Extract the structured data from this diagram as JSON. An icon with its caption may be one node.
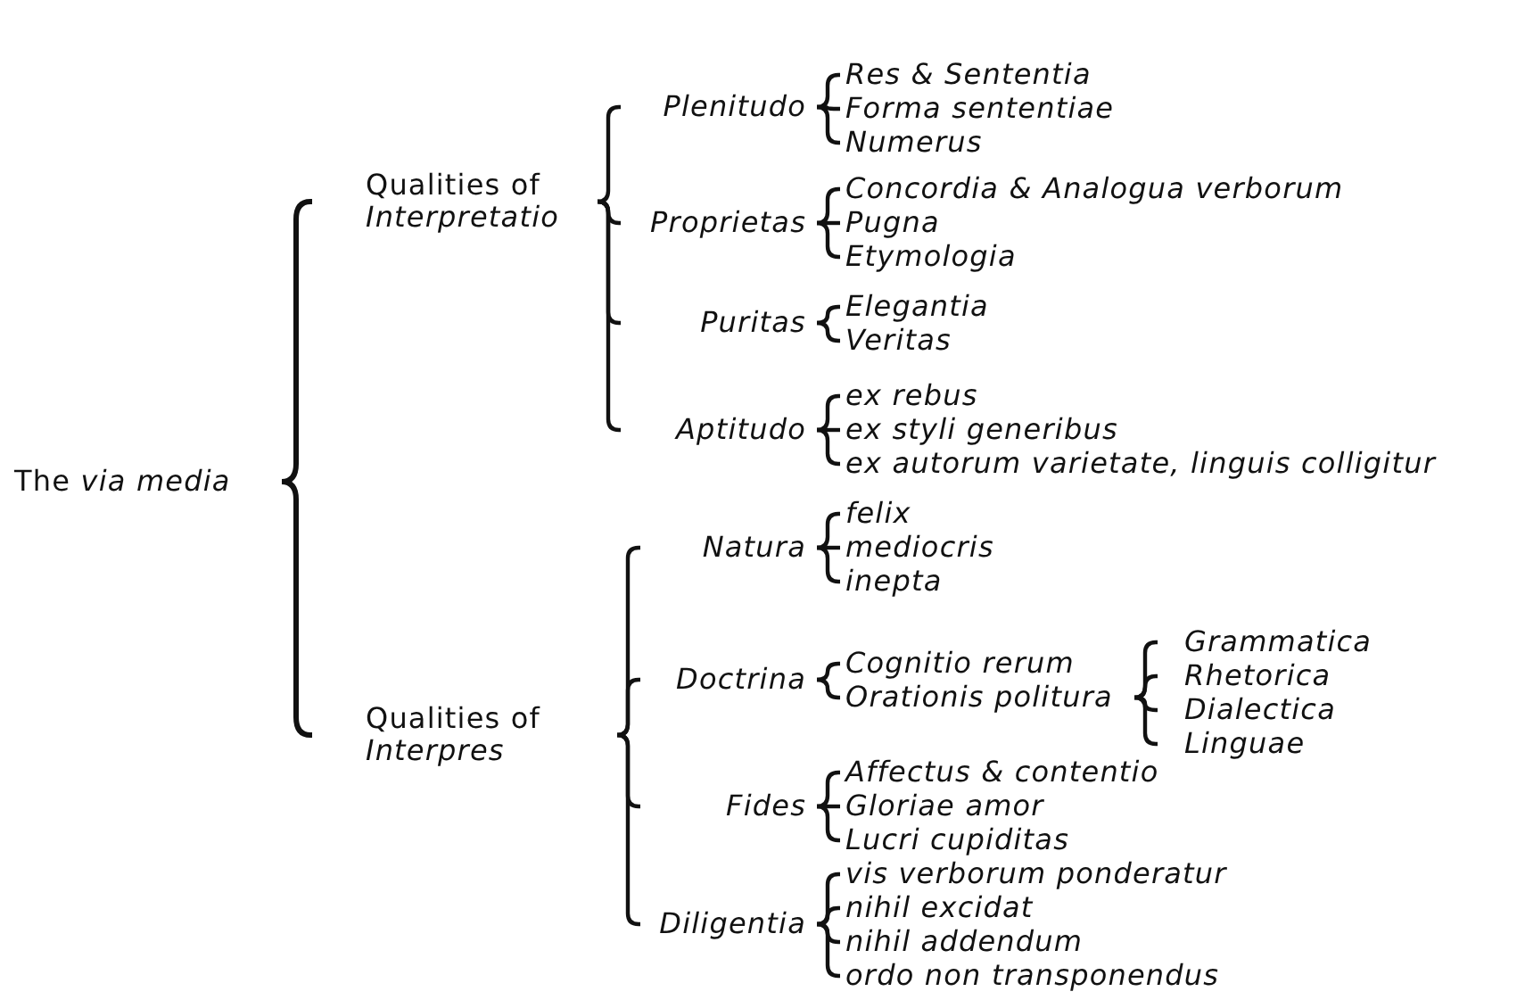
{
  "diagram": {
    "nodes": [
      {
        "text": [
          "The *via media*"
        ]
      },
      {
        "text": [
          "Qualities of *Interpretatio*"
        ]
      },
      {
        "text": [
          "Plenitudo"
        ]
      },
      {
        "text": [
          "Res & Sententia"
        ]
      },
      {
        "text": [
          "Forma sententiae"
        ]
      },
      {
        "text": [
          "Numerus"
        ]
      },
      {
        "text": [
          "Proprietas"
        ]
      },
      {
        "text": [
          "Concordia & Analogua verborum"
        ]
      },
      {
        "text": [
          "Pugna"
        ]
      },
      {
        "text": [
          "Etymologia"
        ]
      },
      {
        "text": [
          "Puritas"
        ]
      },
      {
        "text": [
          "Elegantia"
        ]
      },
      {
        "text": [
          "Veritas"
        ]
      },
      {
        "text": [
          "Aptitudo"
        ]
      },
      {
        "text": [
          "ex rebus"
        ]
      },
      {
        "text": [
          "ex styli generibus"
        ]
      },
      {
        "text": [
          "ex autorum varietate, linguis colligitur"
        ]
      },
      {
        "text": [
          "Qualities of *Interpres*"
        ]
      },
      {
        "text": [
          "Natura"
        ]
      },
      {
        "text": [
          "felix"
        ]
      },
      {
        "text": [
          "mediocris"
        ]
      },
      {
        "text": [
          "inepta"
        ]
      },
      {
        "text": [
          "Doctrina"
        ]
      },
      {
        "text": [
          "Cognitio rerum"
        ]
      },
      {
        "text": [
          "Orationis politura"
        ]
      },
      {
        "text": [
          "Grammatica"
        ]
      },
      {
        "text": [
          "Rhetorica"
        ]
      },
      {
        "text": [
          "Dialectica"
        ]
      },
      {
        "text": [
          "Linguae"
        ]
      },
      {
        "text": [
          "Fides"
        ]
      },
      {
        "text": [
          "Affectus & contentio"
        ]
      },
      {
        "text": [
          "Gloriae amor"
        ]
      },
      {
        "text": [
          "Lucri cupiditas"
        ]
      },
      {
        "text": [
          "Diligentia"
        ]
      },
      {
        "text": [
          "vis verborum ponderatur"
        ]
      },
      {
        "text": [
          "nihil excidat"
        ]
      },
      {
        "text": [
          "nihil addendum"
        ]
      },
      {
        "text": [
          "ordo non transponendus"
        ]
      }
    ],
    "edges": [
      {
        "from": 0,
        "to": 1,
        "arrow": "none"
      },
      {
        "from": 0,
        "to": 17,
        "arrow": "none"
      },
      {
        "from": 1,
        "to": 2,
        "arrow": "none"
      },
      {
        "from": 1,
        "to": 6,
        "arrow": "none"
      },
      {
        "from": 1,
        "to": 10,
        "arrow": "none"
      },
      {
        "from": 1,
        "to": 13,
        "arrow": "none"
      },
      {
        "from": 2,
        "to": 3,
        "arrow": "none"
      },
      {
        "from": 2,
        "to": 4,
        "arrow": "none"
      },
      {
        "from": 2,
        "to": 5,
        "arrow": "none"
      },
      {
        "from": 6,
        "to": 7,
        "arrow": "none"
      },
      {
        "from": 6,
        "to": 8,
        "arrow": "none"
      },
      {
        "from": 6,
        "to": 9,
        "arrow": "none"
      },
      {
        "from": 10,
        "to": 11,
        "arrow": "none"
      },
      {
        "from": 10,
        "to": 12,
        "arrow": "none"
      },
      {
        "from": 13,
        "to": 14,
        "arrow": "none"
      },
      {
        "from": 13,
        "to": 15,
        "arrow": "none"
      },
      {
        "from": 13,
        "to": 16,
        "arrow": "none"
      },
      {
        "from": 17,
        "to": 18,
        "arrow": "none"
      },
      {
        "from": 17,
        "to": 22,
        "arrow": "none"
      },
      {
        "from": 17,
        "to": 29,
        "arrow": "none"
      },
      {
        "from": 17,
        "to": 33,
        "arrow": "none"
      },
      {
        "from": 18,
        "to": 19,
        "arrow": "none"
      },
      {
        "from": 18,
        "to": 20,
        "arrow": "none"
      },
      {
        "from": 18,
        "to": 21,
        "arrow": "none"
      },
      {
        "from": 22,
        "to": 23,
        "arrow": "none"
      },
      {
        "from": 22,
        "to": 24,
        "arrow": "none"
      },
      {
        "from": 24,
        "to": 25,
        "arrow": "none"
      },
      {
        "from": 24,
        "to": 26,
        "arrow": "none"
      },
      {
        "from": 24,
        "to": 27,
        "arrow": "none"
      },
      {
        "from": 24,
        "to": 28,
        "arrow": "none"
      },
      {
        "from": 29,
        "to": 30,
        "arrow": "none"
      },
      {
        "from": 29,
        "to": 31,
        "arrow": "none"
      },
      {
        "from": 29,
        "to": 32,
        "arrow": "none"
      },
      {
        "from": 33,
        "to": 34,
        "arrow": "none"
      },
      {
        "from": 33,
        "to": 35,
        "arrow": "none"
      },
      {
        "from": 33,
        "to": 36,
        "arrow": "none"
      },
      {
        "from": 33,
        "to": 37,
        "arrow": "none"
      }
    ]
  }
}
